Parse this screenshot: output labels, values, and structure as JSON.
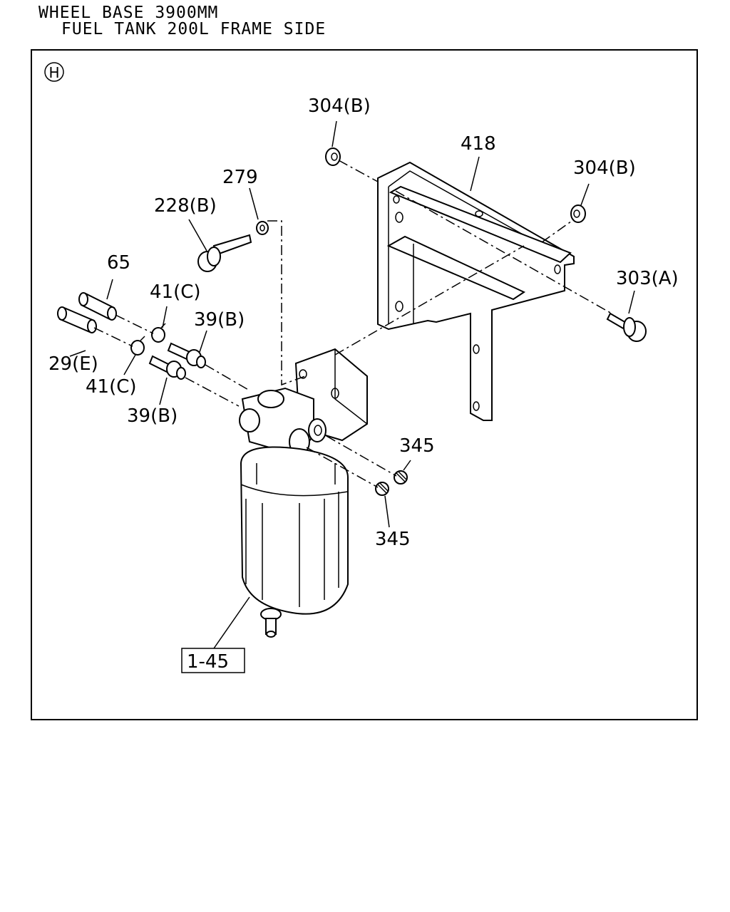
{
  "header": {
    "line1": "WHEEL BASE 3900MM",
    "line2": "FUEL TANK 200L FRAME SIDE"
  },
  "diagram": {
    "section_marker": "H",
    "callouts": [
      {
        "id": "c-304b-top",
        "text": "304(B)"
      },
      {
        "id": "c-418",
        "text": "418"
      },
      {
        "id": "c-304b-right",
        "text": "304(B)"
      },
      {
        "id": "c-279",
        "text": "279"
      },
      {
        "id": "c-228b",
        "text": "228(B)"
      },
      {
        "id": "c-303a",
        "text": "303(A)"
      },
      {
        "id": "c-65",
        "text": "65"
      },
      {
        "id": "c-41c-top",
        "text": "41(C)"
      },
      {
        "id": "c-39b-top",
        "text": "39(B)"
      },
      {
        "id": "c-29e",
        "text": "29(E)"
      },
      {
        "id": "c-41c-bottom",
        "text": "41(C)"
      },
      {
        "id": "c-39b-bottom",
        "text": "39(B)"
      },
      {
        "id": "c-345-top",
        "text": "345"
      },
      {
        "id": "c-345-bottom",
        "text": "345"
      },
      {
        "id": "c-1-45",
        "text": "1-45"
      }
    ]
  }
}
